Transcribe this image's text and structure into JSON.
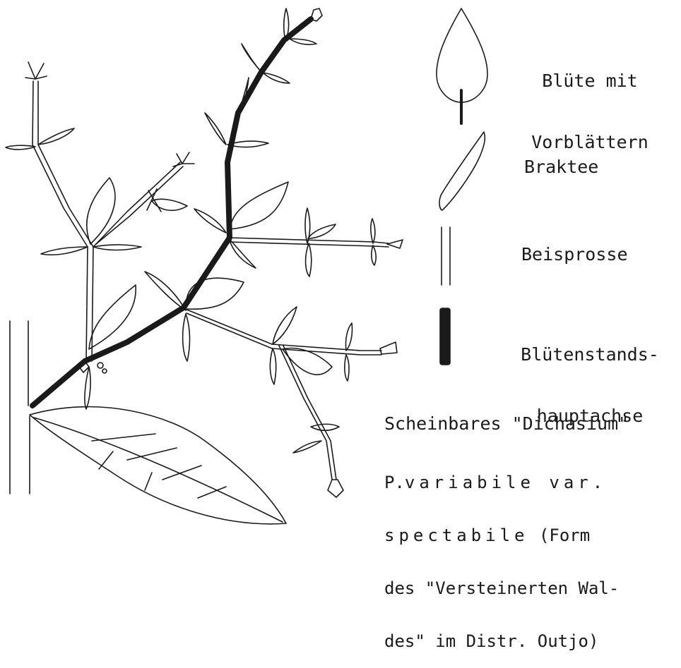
{
  "legend": {
    "flower": {
      "line1": "Blüte mit",
      "line2": "Vorblättern"
    },
    "bract": {
      "label": "Braktee"
    },
    "side_shoot": {
      "label": "Beisprosse"
    },
    "main_axis": {
      "line1": "Blütenstands-",
      "line2": "hauptachse"
    }
  },
  "caption": {
    "title": "Scheinbares \"Dichasium\"",
    "line1_a": "P.",
    "line1_b": "variabile var.",
    "line2_a": "spectabile",
    "line2_b": " (Form",
    "line3": "des \"Versteinerten Wal-",
    "line4": "des\" im Distr. Outjo)"
  },
  "colors": {
    "ink": "#1a1a1a",
    "paper": "#ffffff"
  }
}
